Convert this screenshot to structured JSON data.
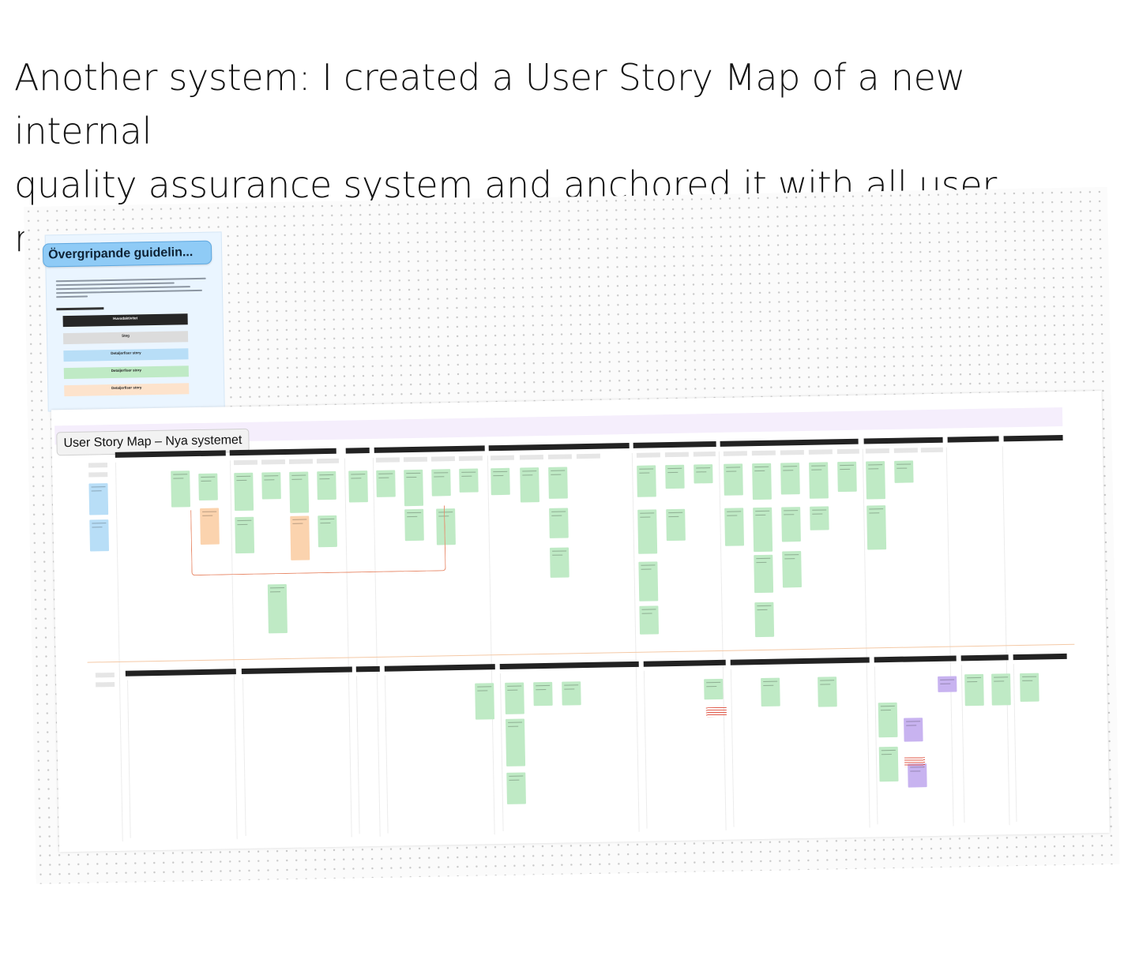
{
  "headline": {
    "line1": "Another system: I created a User Story Map of a new internal",
    "line2": "quality assurance system and anchored it with all user roles."
  },
  "guide_panel": {
    "title": "Övergripande guidelin...",
    "legend": [
      {
        "label": "Huvudaktivitet",
        "color": "#262626"
      },
      {
        "label": "Steg",
        "color": "#dcdcdc"
      },
      {
        "label": "Detaljerfiser story",
        "color": "#b8def7"
      },
      {
        "label": "Detaljerfiser story",
        "color": "#bfeac5"
      },
      {
        "label": "Detaljerfiser story",
        "color": "#fde3cc"
      }
    ]
  },
  "board": {
    "title": "User Story Map – Nya systemet"
  },
  "colors": {
    "green_card": "#bfeac5",
    "orange_card": "#fbd3ae",
    "blue_card": "#b8def7",
    "purple_card": "#c8b3f0",
    "header_bar": "#222222",
    "guide_title_bg": "#8fcbf6"
  }
}
